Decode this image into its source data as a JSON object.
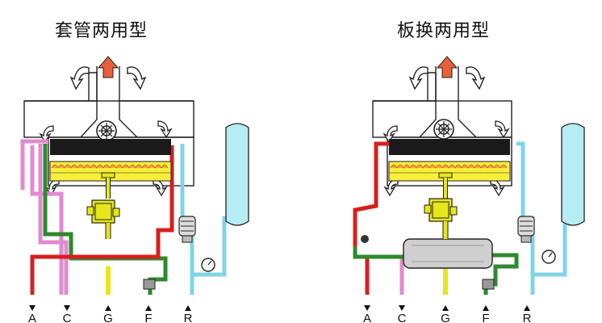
{
  "diagrams": [
    {
      "title": "套管两用型",
      "ports": [
        {
          "id": "A",
          "label": "A"
        },
        {
          "id": "C",
          "label": "C"
        },
        {
          "id": "G",
          "label": "G"
        },
        {
          "id": "F",
          "label": "F"
        },
        {
          "id": "R",
          "label": "R"
        }
      ]
    },
    {
      "title": "板换两用型",
      "ports": [
        {
          "id": "A",
          "label": "A"
        },
        {
          "id": "C",
          "label": "C"
        },
        {
          "id": "G",
          "label": "G"
        },
        {
          "id": "F",
          "label": "F"
        },
        {
          "id": "R",
          "label": "R"
        }
      ]
    }
  ],
  "colors": {
    "hot_water": "#d81e1e",
    "domestic_hot": "#e28ad0",
    "gas": "#e6e61a",
    "cold_return": "#2d8a2d",
    "heating_return": "#7fd4e8",
    "burner": "#f8ef3a",
    "flame": "#f6a23a",
    "exhaust_arrow": "#e8603a",
    "heat_exchanger_top": "#1a1a1a",
    "expansion_tank": "#b6ecf4"
  }
}
